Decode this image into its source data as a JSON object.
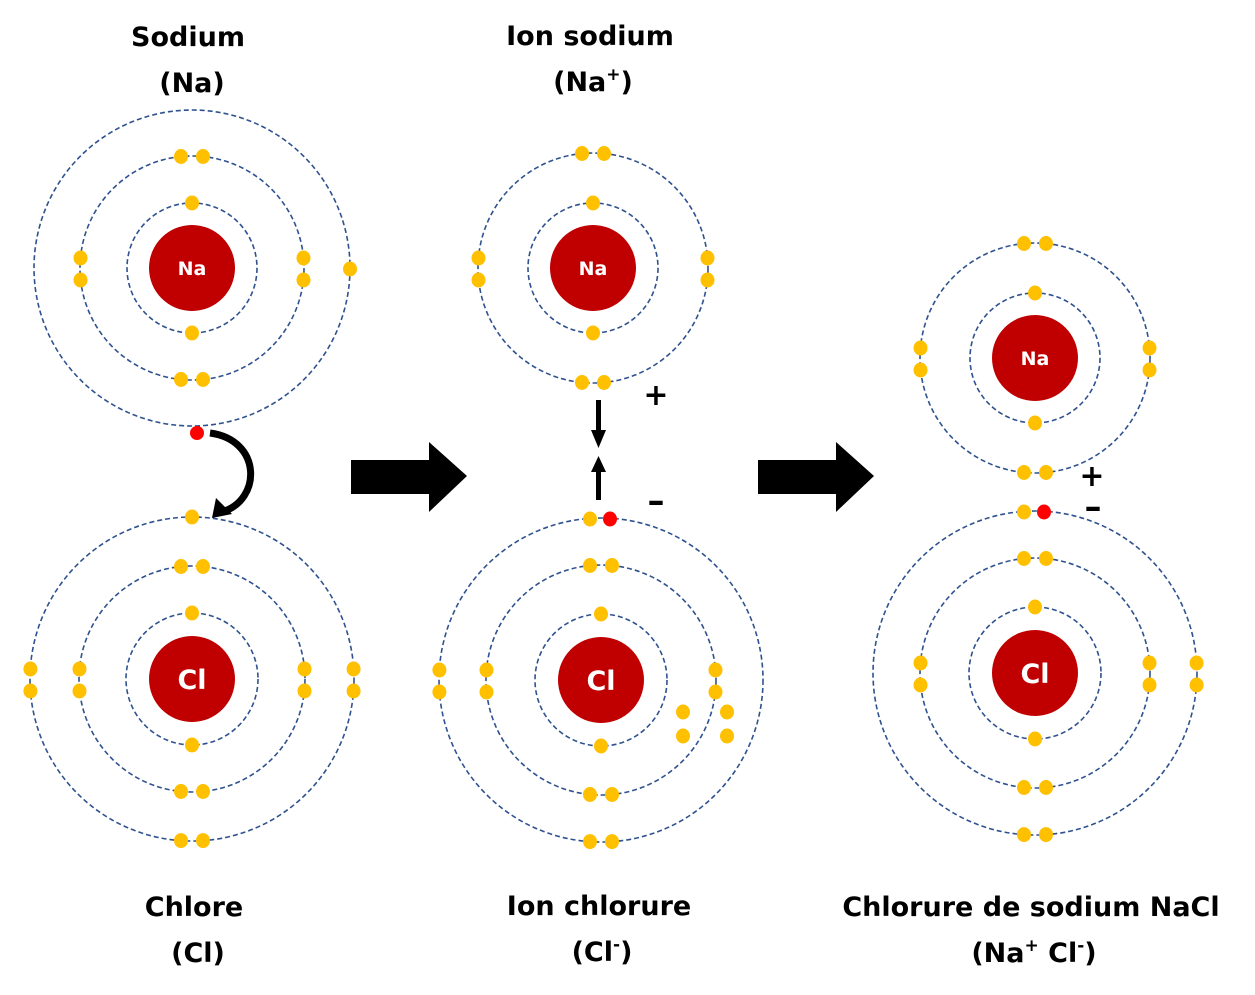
{
  "colors": {
    "nucleus": "#c00000",
    "electron": "#ffc000",
    "transferred_electron": "#ff0000",
    "shell": "#2f528f",
    "arrow": "#000000",
    "text": "#000000"
  },
  "panels": [
    {
      "id": "step1",
      "top_label": {
        "line1": "Sodium",
        "line2": "(Na)"
      },
      "bottom_label": {
        "line1": "Chlore",
        "line2": "(Cl)"
      },
      "atoms": [
        {
          "name": "sodium-atom",
          "symbol": "Na",
          "symbol_size": "small",
          "shells": 3,
          "electrons": [
            [
              1,
              1
            ],
            [
              2,
              2,
              2,
              2
            ],
            [
              0,
              0,
              1,
              0
            ]
          ],
          "transferred_on_outer_bottom": true
        },
        {
          "name": "chlorine-atom",
          "symbol": "Cl",
          "symbol_size": "large",
          "shells": 3,
          "electrons": [
            [
              1,
              1
            ],
            [
              2,
              2,
              2,
              2
            ],
            [
              1,
              2,
              2,
              2
            ]
          ],
          "transferred_on_outer_bottom": false
        }
      ],
      "transfer_arrow": "curved",
      "charges": []
    },
    {
      "id": "step2",
      "top_label": {
        "line1": "Ion sodium",
        "line2": "(Na",
        "line2_sup": "+",
        "line2_end": ")"
      },
      "bottom_label": {
        "line1": "Ion chlorure",
        "line2": "(Cl",
        "line2_sup": "-",
        "line2_end": ")"
      },
      "atoms": [
        {
          "name": "sodium-ion",
          "symbol": "Na",
          "symbol_size": "small",
          "shells": 2,
          "electrons": [
            [
              1,
              1
            ],
            [
              2,
              2,
              2,
              2
            ]
          ]
        },
        {
          "name": "chloride-ion",
          "symbol": "Cl",
          "symbol_size": "large",
          "shells": 3,
          "electrons": [
            [
              1,
              1
            ],
            [
              2,
              2,
              2,
              2
            ],
            [
              2,
              2,
              2,
              2
            ]
          ],
          "has_gained_electron": true
        }
      ],
      "transfer_arrow": "attraction",
      "charges": [
        "+",
        "-"
      ]
    },
    {
      "id": "step3",
      "top_label": null,
      "bottom_label": {
        "line1": "Chlorure de sodium NaCl",
        "line2": "(Na",
        "line2_sup": "+",
        "line2_mid": " Cl",
        "line2_sup2": "-",
        "line2_end": ")"
      },
      "atoms": [
        {
          "name": "sodium-ion-bonded",
          "symbol": "Na",
          "symbol_size": "small",
          "shells": 2,
          "electrons": [
            [
              1,
              1
            ],
            [
              2,
              2,
              2,
              2
            ]
          ]
        },
        {
          "name": "chloride-ion-bonded",
          "symbol": "Cl",
          "symbol_size": "large",
          "shells": 3,
          "electrons": [
            [
              1,
              1
            ],
            [
              2,
              2,
              2,
              2
            ],
            [
              2,
              2,
              2,
              2
            ]
          ],
          "has_gained_electron": true
        }
      ],
      "transfer_arrow": "none",
      "charges": [
        "+",
        "-"
      ]
    }
  ],
  "step_arrows": [
    {
      "from": "step1",
      "to": "step2"
    },
    {
      "from": "step2",
      "to": "step3"
    }
  ]
}
